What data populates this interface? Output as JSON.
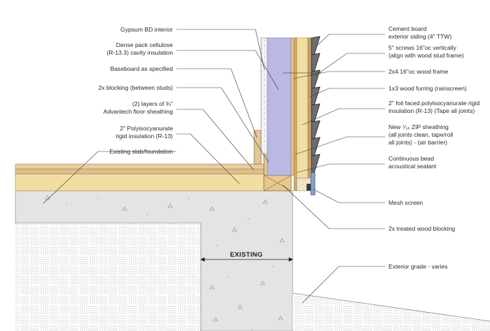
{
  "labels_left": {
    "gypsum": [
      "Gypsum BD interior"
    ],
    "cellulose": [
      "Dense pack cellulose",
      "(R-13.3) cavity insulation"
    ],
    "baseboard": [
      "Baseboard as specified"
    ],
    "blocking": [
      "2x blocking (between studs)"
    ],
    "sheathing_floor": [
      "(2) layers of ¾\"",
      "Advantech floor sheathing"
    ],
    "polyiso_floor": [
      "2\" Polyisocyanurate",
      "rigid insulation (R-13)"
    ],
    "slab": [
      "Existing slab/foundation"
    ]
  },
  "labels_right": {
    "cement_board": [
      "Cement board",
      "exterior siding (4\" TTW)"
    ],
    "screws": [
      "5\" screws 16\"oc vertically",
      "(align with wood stud frame)"
    ],
    "frame": [
      "2x4 16\"oc wood frame"
    ],
    "furring": [
      "1x3 wood furring (rainscreen)"
    ],
    "foil_polyiso": [
      "2\" foil faced polyisocyanurate rigid",
      "insulation (R-13) (Tape all joints)"
    ],
    "zip": [
      "New ⁷⁄₁₆ ZIP sheathing",
      "(all joints clean, tape/roll",
      "all joints) - (air barrier)"
    ],
    "sealant": [
      "Continuous bead",
      "acoustical sealant"
    ],
    "mesh": [
      "Mesh screen"
    ],
    "treated": [
      "2x treated wood blocking"
    ],
    "grade": [
      "Exterior grade - varies"
    ]
  },
  "dimension_label": "EXISTING",
  "colors": {
    "concrete": "#e4e4e4",
    "insulation_blue": "#b9b9e4",
    "wood_light": "#f2dea2",
    "wood_dark": "#c9a26e",
    "subfloor": "#e3c796",
    "gravel_lines": "#c9c9c9",
    "leader": "#333333"
  }
}
